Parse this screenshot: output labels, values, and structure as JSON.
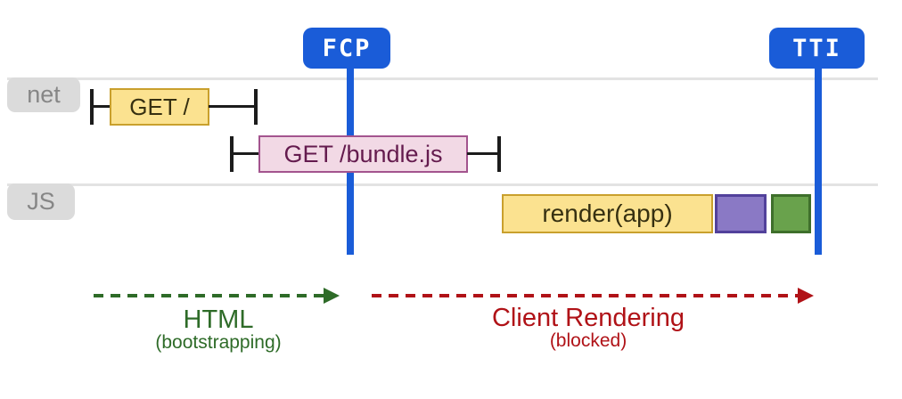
{
  "diagram": {
    "title_semantic": "client-side rendering performance timeline",
    "tracks": {
      "net_label": "net",
      "js_label": "JS"
    },
    "markers": {
      "fcp": {
        "label": "FCP"
      },
      "tti": {
        "label": "TTI"
      }
    },
    "spans": {
      "get_root": {
        "label": "GET /",
        "track": "net"
      },
      "get_bundle": {
        "label": "GET /bundle.js",
        "track": "net"
      },
      "render_app": {
        "label": "render(app)",
        "track": "JS"
      },
      "task_purple": {
        "label": "",
        "track": "JS"
      },
      "task_green": {
        "label": "",
        "track": "JS"
      }
    },
    "phases": {
      "html": {
        "title": "HTML",
        "subtitle": "(bootstrapping)"
      },
      "client": {
        "title": "Client Rendering",
        "subtitle": "(blocked)"
      }
    },
    "colors": {
      "marker_blue": "#1a5cd8",
      "track_line_gray": "#e3e3e3",
      "row_label_bg": "#dbdbdb",
      "row_label_text": "#868686",
      "span_yellow_fill": "#fbe290",
      "span_yellow_border": "#c9a02d",
      "span_yellow_text": "#363011",
      "span_pink_fill": "#f2d9e5",
      "span_pink_border": "#a3548e",
      "span_pink_text": "#641b4e",
      "block_purple_fill": "#8a79c5",
      "block_purple_border": "#52419b",
      "block_green_fill": "#69a24c",
      "block_green_border": "#3e6f2b",
      "phase_html_green": "#2e6b28",
      "phase_client_red": "#b01217",
      "whisker_black": "#1c1c1c"
    }
  }
}
